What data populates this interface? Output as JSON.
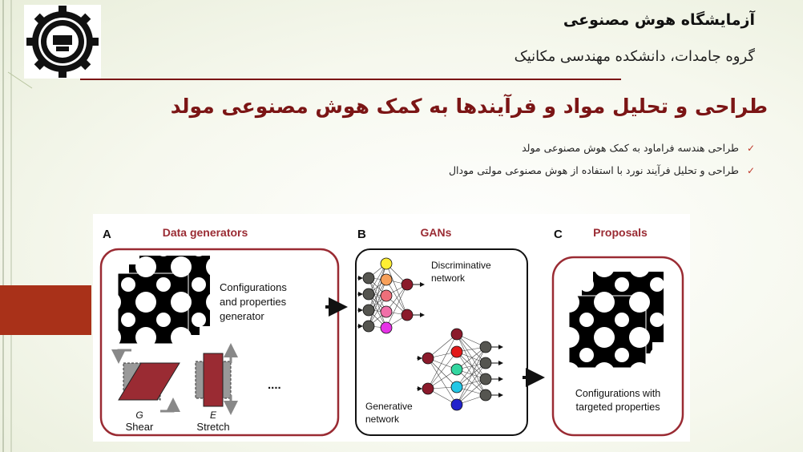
{
  "header": {
    "lab_name": "آزمایشگاه هوش مصنوعی",
    "group_name": "گروه جامدات، دانشکده مهندسی مکانیک",
    "logo_icon": "university-seal-icon"
  },
  "slide": {
    "title": "طراحی و تحلیل مواد و فرآیندها به کمک هوش مصنوعی مولد",
    "bullets": [
      "طراحی هندسه فراماود به کمک هوش مصنوعی مولد",
      "طراحی و تحلیل فرآیند نورد با استفاده از هوش مصنوعی مولتی مودال"
    ]
  },
  "figure": {
    "panel_a": {
      "letter": "A",
      "title": "Data generators",
      "caption_line1": "Configurations",
      "caption_line2": "and properties",
      "caption_line3": "generator",
      "shear_symbol": "G",
      "shear_label": "Shear",
      "stretch_symbol": "E",
      "stretch_label": "Stretch",
      "ellipsis": "...."
    },
    "panel_b": {
      "letter": "B",
      "title": "GANs",
      "discriminative_line1": "Discriminative",
      "discriminative_line2": "network",
      "generative_line1": "Generative",
      "generative_line2": "network"
    },
    "panel_c": {
      "letter": "C",
      "title": "Proposals",
      "caption_line1": "Configurations with",
      "caption_line2": "targeted properties"
    },
    "colors": {
      "accent": "#9a2b33",
      "node_dark": "#555550",
      "disc_nodes": [
        "#ffee33",
        "#f7a05a",
        "#ee6f7a",
        "#f06fa8",
        "#e632e6"
      ],
      "gen_nodes": [
        "#8b1a2b",
        "#e21a1a",
        "#33d6a0",
        "#22c7e6",
        "#2222cc"
      ]
    }
  }
}
